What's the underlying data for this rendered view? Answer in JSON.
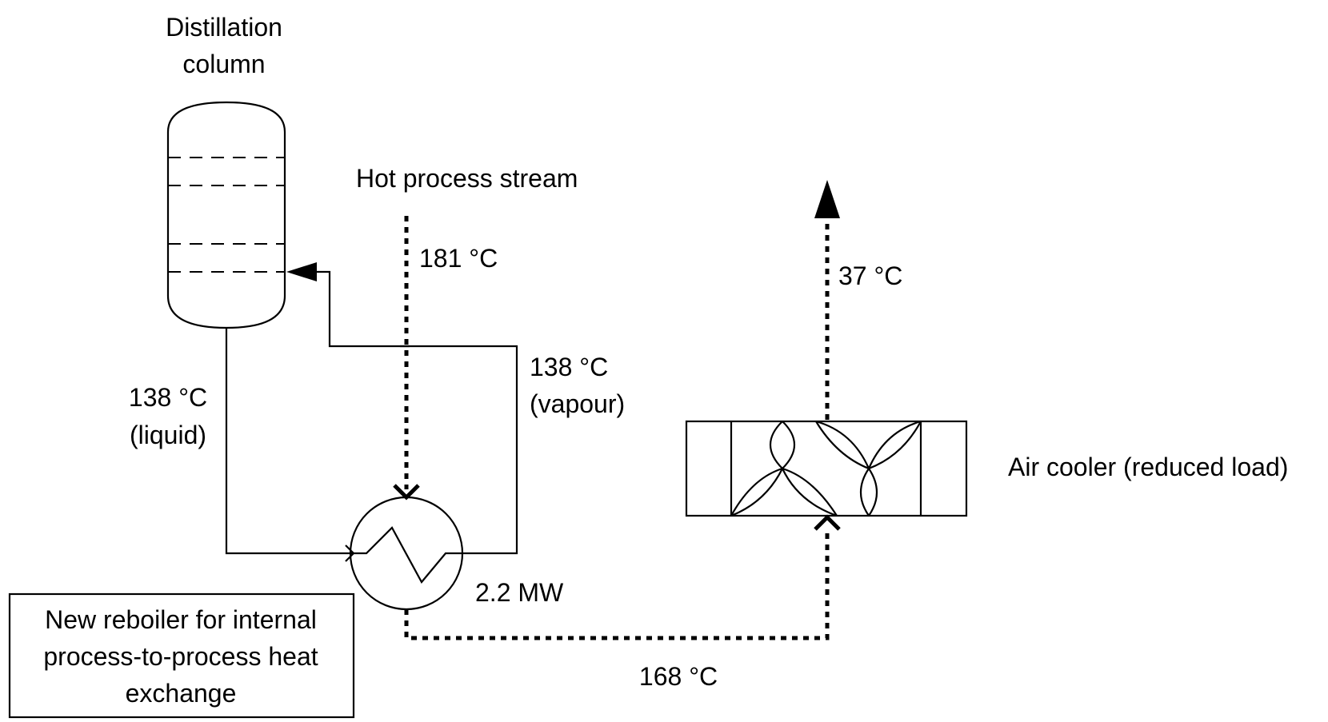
{
  "labels": {
    "column": [
      "Distillation",
      "column"
    ],
    "hot_stream": "Hot process stream",
    "t_hot_in": "181 °C",
    "t_liquid": [
      "138 °C",
      "(liquid)"
    ],
    "t_vapour": [
      "138 °C",
      "(vapour)"
    ],
    "duty": "2.2 MW",
    "t_hot_out": "168 °C",
    "t_cooler_out": "37 °C",
    "air_cooler": "Air cooler (reduced load)",
    "note": [
      "New reboiler for internal",
      "process-to-process heat",
      "exchange"
    ]
  },
  "colors": {
    "line": "#000000",
    "background": "#ffffff"
  }
}
